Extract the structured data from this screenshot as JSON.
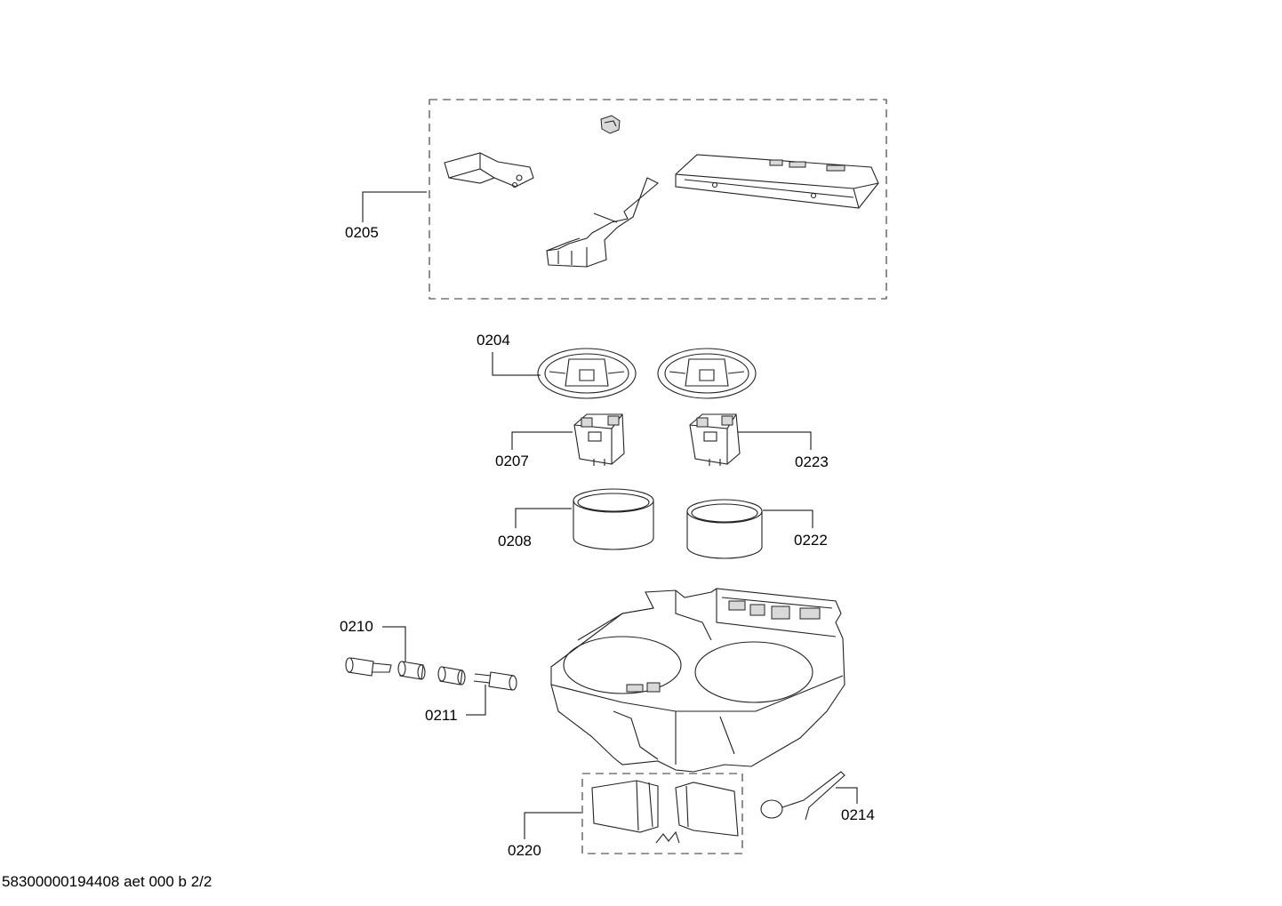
{
  "labels": {
    "p0205": "0205",
    "p0204": "0204",
    "p0207": "0207",
    "p0223": "0223",
    "p0208": "0208",
    "p0222": "0222",
    "p0210": "0210",
    "p0211": "0211",
    "p0214": "0214",
    "p0220": "0220"
  },
  "footer": "58300000194408 aet 000 b 2/2"
}
